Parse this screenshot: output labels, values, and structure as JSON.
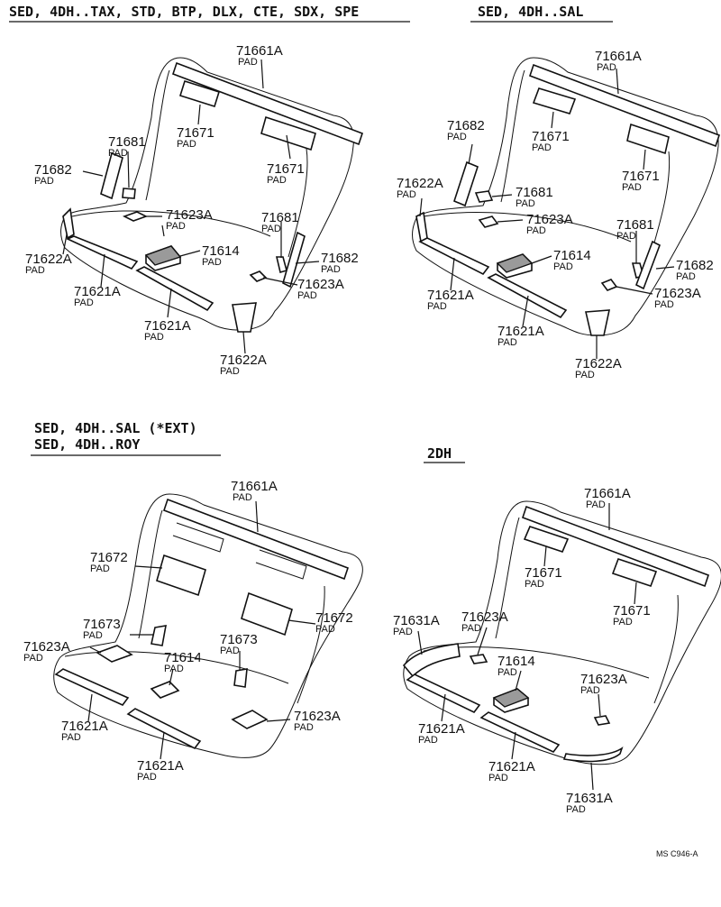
{
  "sections": [
    {
      "title_lines": [
        "SED, 4DH..TAX, STD, BTP, DLX, CTE, SDX, SPE"
      ],
      "callouts": [
        {
          "part": "71661A",
          "desc": "PAD"
        },
        {
          "part": "71671",
          "desc": "PAD"
        },
        {
          "part": "71671",
          "desc": "PAD"
        },
        {
          "part": "71681",
          "desc": "PAD"
        },
        {
          "part": "71682",
          "desc": "PAD"
        },
        {
          "part": "71623A",
          "desc": "PAD"
        },
        {
          "part": "71681",
          "desc": "PAD"
        },
        {
          "part": "71614",
          "desc": "PAD"
        },
        {
          "part": "71682",
          "desc": "PAD"
        },
        {
          "part": "71622A",
          "desc": "PAD"
        },
        {
          "part": "71623A",
          "desc": "PAD"
        },
        {
          "part": "71621A",
          "desc": "PAD"
        },
        {
          "part": "71621A",
          "desc": "PAD"
        },
        {
          "part": "71622A",
          "desc": "PAD"
        }
      ]
    },
    {
      "title_lines": [
        "SED, 4DH..SAL"
      ],
      "callouts": [
        {
          "part": "71661A",
          "desc": "PAD"
        },
        {
          "part": "71682",
          "desc": "PAD"
        },
        {
          "part": "71671",
          "desc": "PAD"
        },
        {
          "part": "71671",
          "desc": "PAD"
        },
        {
          "part": "71622A",
          "desc": "PAD"
        },
        {
          "part": "71681",
          "desc": "PAD"
        },
        {
          "part": "71623A",
          "desc": "PAD"
        },
        {
          "part": "71681",
          "desc": "PAD"
        },
        {
          "part": "71614",
          "desc": "PAD"
        },
        {
          "part": "71682",
          "desc": "PAD"
        },
        {
          "part": "71623A",
          "desc": "PAD"
        },
        {
          "part": "71621A",
          "desc": "PAD"
        },
        {
          "part": "71621A",
          "desc": "PAD"
        },
        {
          "part": "71622A",
          "desc": "PAD"
        }
      ]
    },
    {
      "title_lines": [
        "SED, 4DH..SAL (*EXT)",
        "SED, 4DH..ROY"
      ],
      "callouts": [
        {
          "part": "71661A",
          "desc": "PAD"
        },
        {
          "part": "71672",
          "desc": "PAD"
        },
        {
          "part": "71672",
          "desc": "PAD"
        },
        {
          "part": "71673",
          "desc": "PAD"
        },
        {
          "part": "71623A",
          "desc": "PAD"
        },
        {
          "part": "71614",
          "desc": "PAD"
        },
        {
          "part": "71673",
          "desc": "PAD"
        },
        {
          "part": "71623A",
          "desc": "PAD"
        },
        {
          "part": "71621A",
          "desc": "PAD"
        },
        {
          "part": "71621A",
          "desc": "PAD"
        }
      ]
    },
    {
      "title_lines": [
        "2DH"
      ],
      "callouts": [
        {
          "part": "71661A",
          "desc": "PAD"
        },
        {
          "part": "71671",
          "desc": "PAD"
        },
        {
          "part": "71671",
          "desc": "PAD"
        },
        {
          "part": "71631A",
          "desc": "PAD"
        },
        {
          "part": "71623A",
          "desc": "PAD"
        },
        {
          "part": "71614",
          "desc": "PAD"
        },
        {
          "part": "71623A",
          "desc": "PAD"
        },
        {
          "part": "71621A",
          "desc": "PAD"
        },
        {
          "part": "71621A",
          "desc": "PAD"
        },
        {
          "part": "71631A",
          "desc": "PAD"
        }
      ]
    }
  ],
  "figure_code": "MS C946-A"
}
